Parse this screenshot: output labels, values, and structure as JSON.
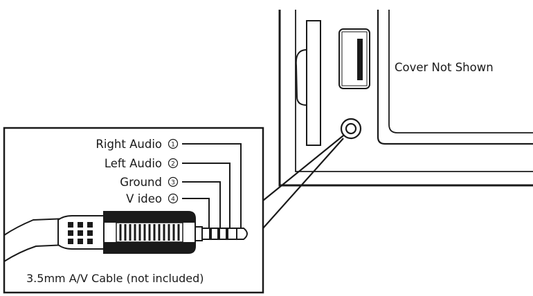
{
  "device": {
    "note": "Cover Not Shown"
  },
  "callout": {
    "caption": "3.5mm A/V Cable (not included)",
    "connections": [
      {
        "number": "1",
        "label": "Right Audio"
      },
      {
        "number": "2",
        "label": "Left Audio"
      },
      {
        "number": "3",
        "label": "Ground"
      },
      {
        "number": "4",
        "label": "V ideo"
      }
    ]
  }
}
